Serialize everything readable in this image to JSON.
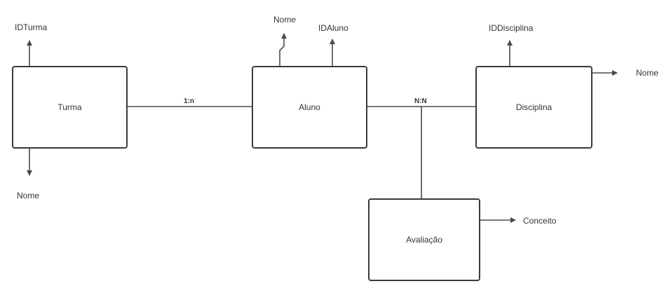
{
  "colors": {
    "stroke": "#4a4a4a",
    "border": "#3a3a3a",
    "text": "#333333"
  },
  "entities": {
    "turma": "Turma",
    "aluno": "Aluno",
    "disciplina": "Disciplina",
    "avaliacao": "Avaliação"
  },
  "attributes": {
    "turma_id": "IDTurma",
    "turma_nome": "Nome",
    "aluno_nome": "Nome",
    "aluno_id": "IDAluno",
    "disciplina_id": "IDDisciplina",
    "disciplina_nome": "Nome",
    "avaliacao_conceito": "Conceito"
  },
  "relationships": {
    "turma_aluno": "1:n",
    "aluno_disciplina": "N:N"
  },
  "icons": {
    "cursor": "mouse-pointer-icon"
  }
}
